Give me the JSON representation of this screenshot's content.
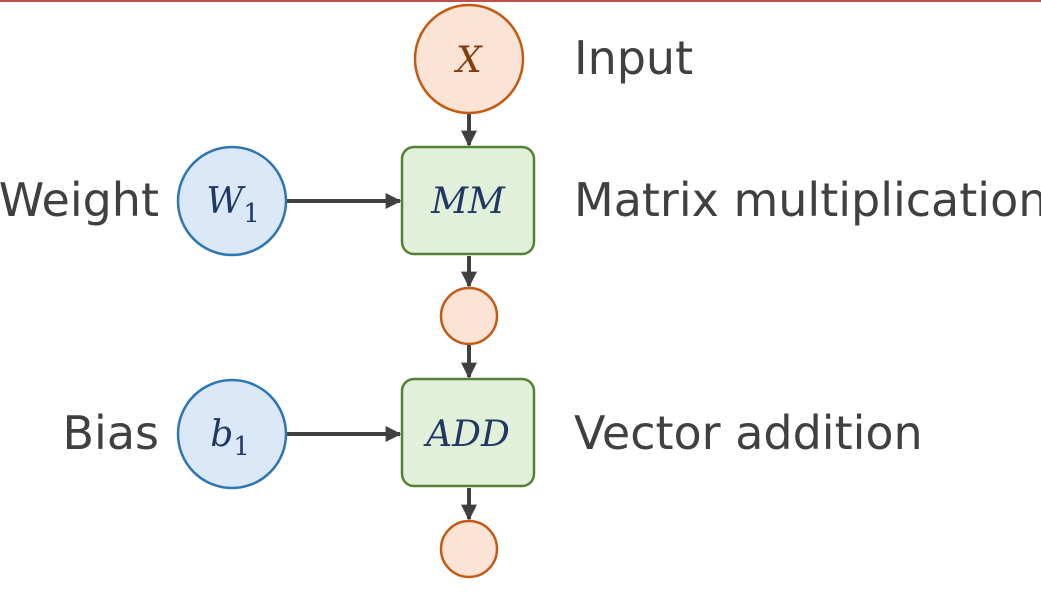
{
  "colors": {
    "top_rule": "#c0504d",
    "orange_fill": "#fbe3d6",
    "orange_stroke": "#c55a11",
    "blue_fill": "#dae8f7",
    "blue_stroke": "#2e75b6",
    "green_fill": "#e2f0d9",
    "green_stroke": "#548235",
    "arrow": "#404040",
    "text": "#404040"
  },
  "nodes": {
    "input": {
      "symbol": "X",
      "label": "Input"
    },
    "weight": {
      "symbol": "W",
      "subscript": "1",
      "label": "Weight"
    },
    "bias": {
      "symbol": "b",
      "subscript": "1",
      "label": "Bias"
    },
    "mm": {
      "symbol": "MM",
      "label": "Matrix multiplication"
    },
    "add": {
      "symbol": "ADD",
      "label": "Vector addition"
    }
  }
}
